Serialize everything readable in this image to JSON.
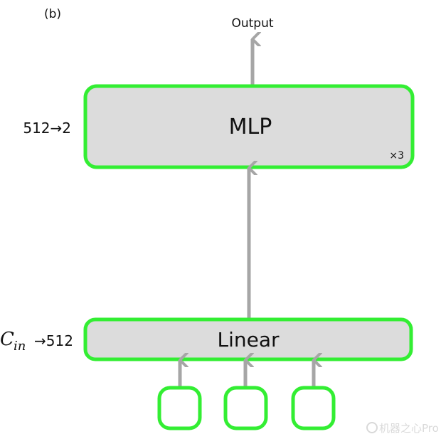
{
  "panel_label": "(b)",
  "output_label": "Output",
  "mlp": {
    "label": "MLP",
    "repeat": "×3",
    "dims": "512→2"
  },
  "linear": {
    "label": "Linear",
    "dims_sub": "in",
    "dims_base": "C",
    "dims_rest": "→512"
  },
  "input_nodes": 3,
  "watermark": "机器之心Pro",
  "colors": {
    "box_fill": "#dcdcdc",
    "box_stroke": "#33ee33",
    "arrow": "#a6a6a6",
    "node_fill": "#ffffff"
  }
}
